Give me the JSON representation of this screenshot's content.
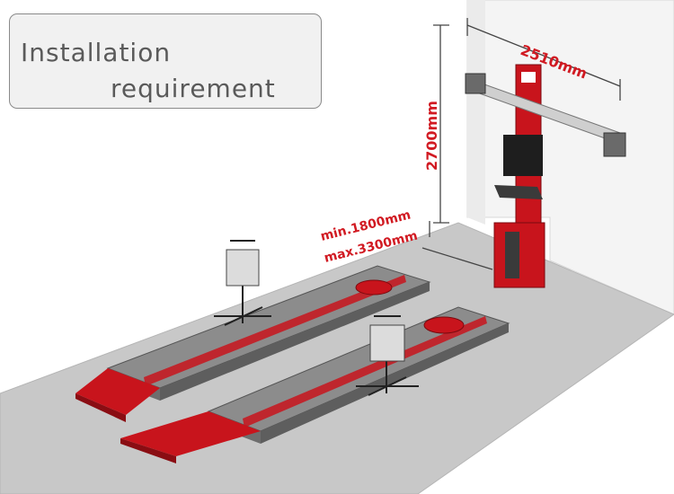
{
  "title": {
    "line1": "Installation",
    "line2": "requirement"
  },
  "dimensions": {
    "width": "2510mm",
    "height": "2700mm",
    "distance_min": "min.1800mm",
    "distance_max": "max.3300mm"
  },
  "colors": {
    "lift_red": "#c8141c",
    "platform_gray": "#8e8e8e",
    "floor_gray": "#c9c9c9",
    "wall": "#f3f3f3",
    "dimension_text": "#d11a22"
  }
}
